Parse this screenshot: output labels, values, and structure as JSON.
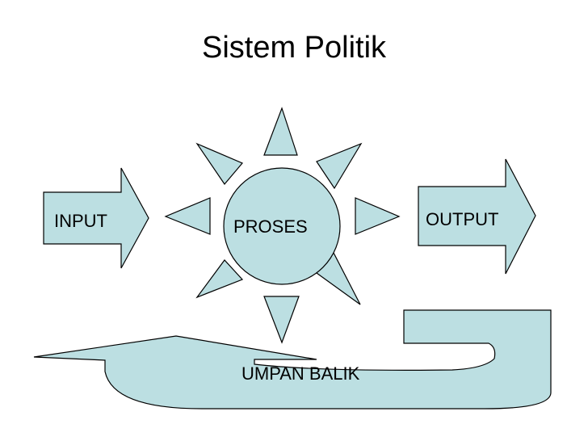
{
  "title": "Sistem Politik",
  "nodes": {
    "input": "INPUT",
    "process": "PROSES",
    "output": "OUTPUT",
    "feedback": "UMPAN BALIK"
  },
  "colors": {
    "fill": "#bcdfe2",
    "stroke": "#000000",
    "background": "#ffffff"
  }
}
